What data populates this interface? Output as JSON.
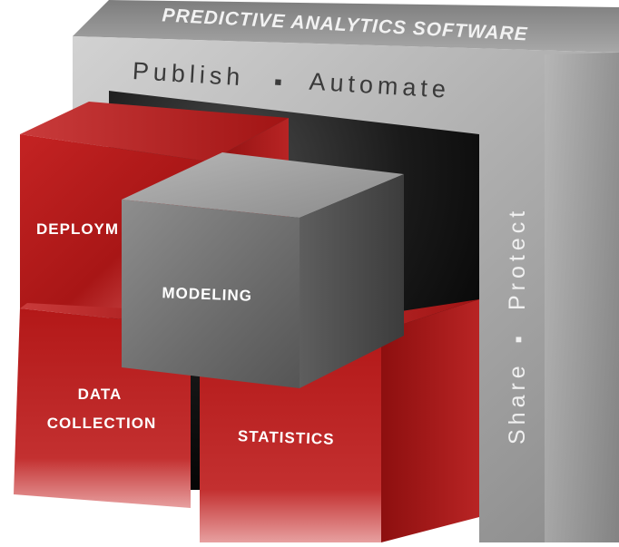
{
  "frame": {
    "top_title": "PREDICTIVE ANALYTICS SOFTWARE",
    "top_left_word": "Publish",
    "top_right_word": "Automate",
    "side_bottom_word": "Share",
    "side_top_word": "Protect",
    "separator": "■"
  },
  "cubes": {
    "deployment": "DEPLOYM",
    "modeling": "MODELING",
    "data_collection_line1": "DATA",
    "data_collection_line2": "COLLECTION",
    "statistics": "STATISTICS"
  },
  "colors": {
    "frame_silver": "#a9a9a9",
    "cube_red": "#b31b1b",
    "cube_grey": "#6e6e6e",
    "inner_black": "#000000",
    "label_white": "#ffffff"
  }
}
